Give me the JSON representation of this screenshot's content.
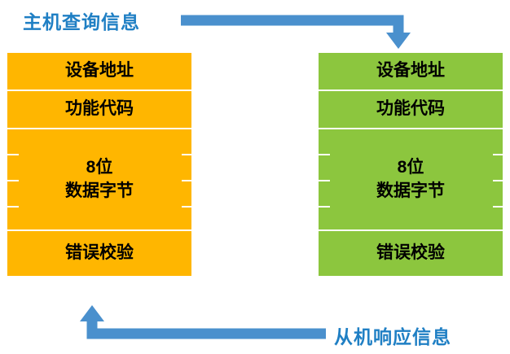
{
  "diagram": {
    "labels": {
      "master_query": "主机查询信息",
      "slave_response": "从机响应信息"
    },
    "colors": {
      "arrow": "#4a90cd",
      "label_text": "#1f7fc4",
      "left_frame": "#ffb600",
      "right_frame": "#8cc63e",
      "cell_text": "#000000",
      "background": "#ffffff"
    },
    "frames": [
      {
        "id": "master-frame",
        "color": "#ffb600",
        "cells": [
          {
            "id": "device-address",
            "text": "设备地址"
          },
          {
            "id": "function-code",
            "text": "功能代码"
          },
          {
            "id": "data-bytes",
            "line1": "8位",
            "line2": "数据字节"
          },
          {
            "id": "error-check",
            "text": "错误校验"
          }
        ]
      },
      {
        "id": "slave-frame",
        "color": "#8cc63e",
        "cells": [
          {
            "id": "device-address",
            "text": "设备地址"
          },
          {
            "id": "function-code",
            "text": "功能代码"
          },
          {
            "id": "data-bytes",
            "line1": "8位",
            "line2": "数据字节"
          },
          {
            "id": "error-check",
            "text": "错误校验"
          }
        ]
      }
    ]
  }
}
